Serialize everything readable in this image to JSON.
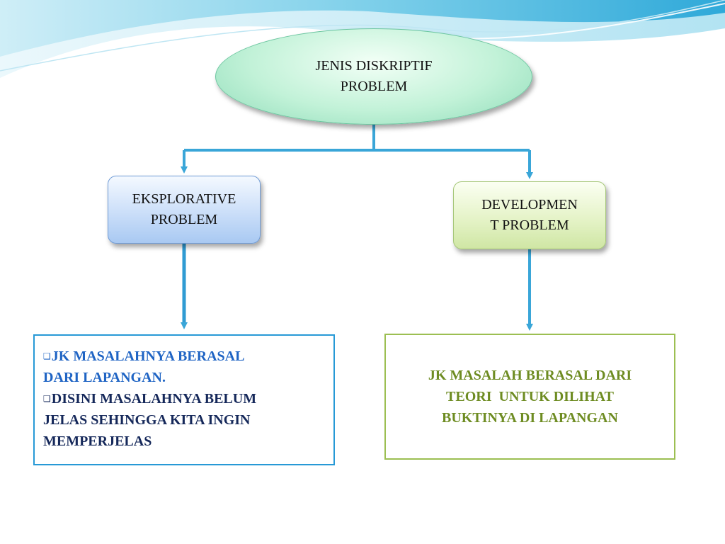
{
  "diagram": {
    "root": {
      "label_lines": [
        "JENIS DISKRIPTIF",
        "PROBLEM"
      ]
    },
    "left_node": {
      "label_lines": [
        "EKSPLORATIVE",
        "PROBLEM"
      ]
    },
    "right_node": {
      "label_lines": [
        "DEVELOPMEN",
        "T PROBLEM"
      ]
    },
    "left_detail": {
      "items": [
        {
          "text_lines": [
            "JK MASALAHNYA BERASAL",
            "DARI LAPANGAN."
          ]
        },
        {
          "text_lines": [
            "DISINI MASALAHNYA BELUM",
            "JELAS SEHINGGA KITA INGIN",
            "MEMPERJELAS"
          ]
        }
      ]
    },
    "right_detail": {
      "text_lines": [
        "JK MASALAH BERASAL DARI",
        "TEORI  UNTUK DILIHAT",
        "BUKTINYA DI LAPANGAN"
      ]
    },
    "colors": {
      "connector": "#3aa6d8",
      "left_detail_border": "#2799d6",
      "right_detail_border": "#9cbf52",
      "right_detail_text": "#6e8c22"
    }
  }
}
